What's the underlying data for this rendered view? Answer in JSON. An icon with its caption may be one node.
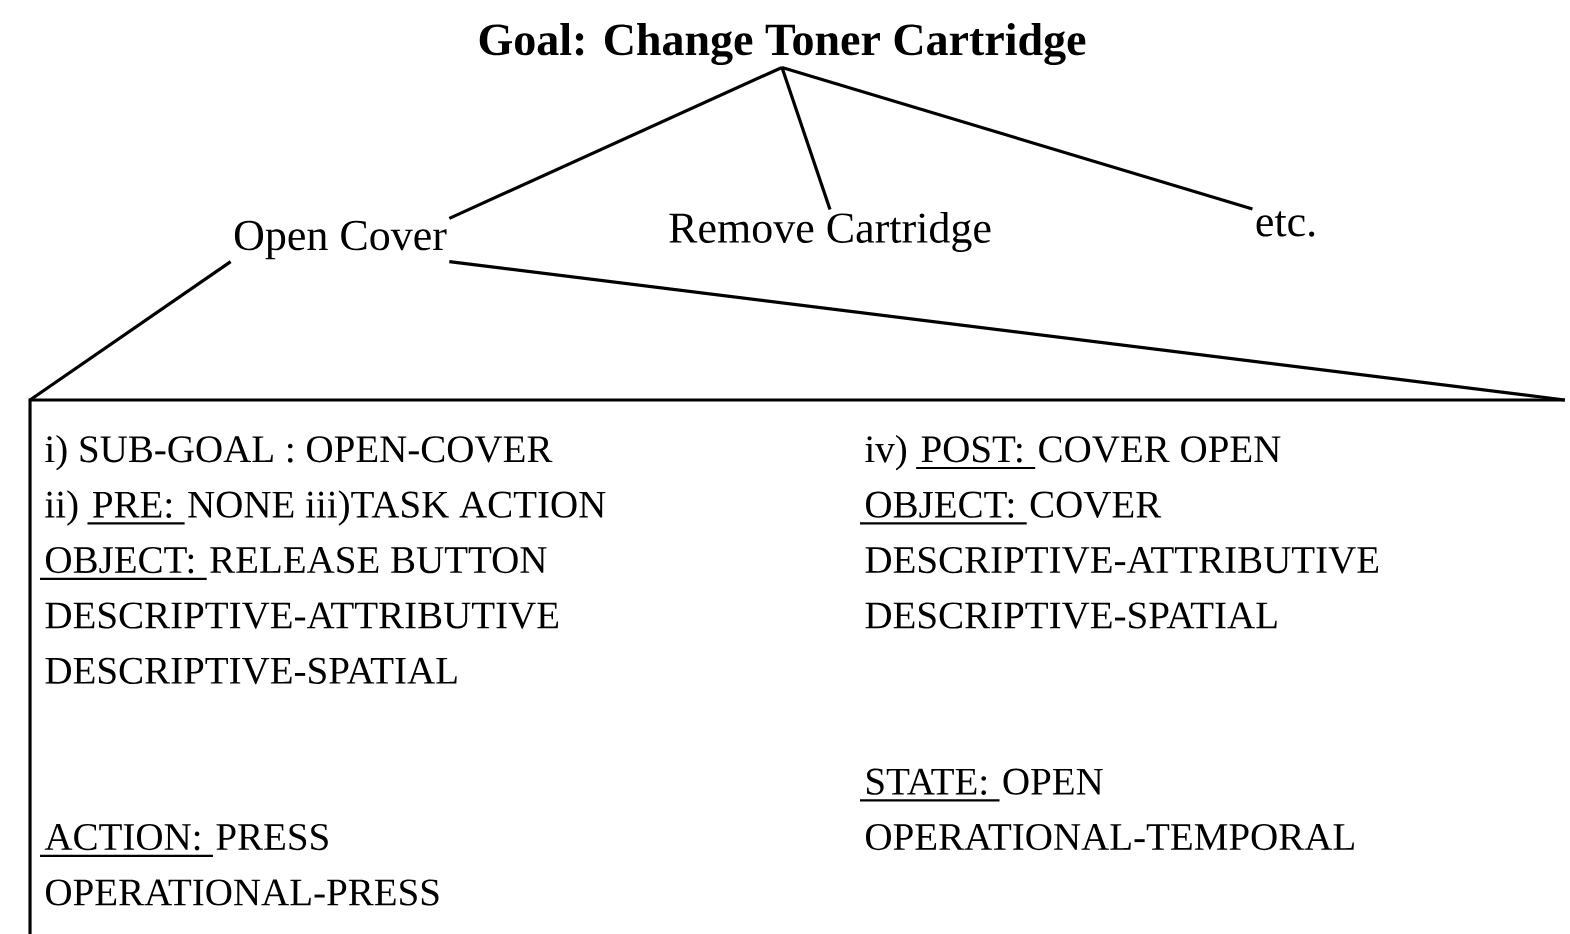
{
  "diagram": {
    "nodes": [
      {
        "text": [
          "Goal: Change Toner Cartridge"
        ]
      },
      {
        "text": [
          "Open Cover"
        ]
      },
      {
        "text": [
          "Remove Cartridge"
        ]
      },
      {
        "text": [
          "etc."
        ]
      },
      {
        "text": [
          "i) SUB-GOAL : OPEN-COVER",
          "ii)",
          "PRE:",
          "NONE iii)TASK ACTION",
          "OBJECT:",
          "RELEASE BUTTON",
          "DESCRIPTIVE-ATTRIBUTIVE",
          "DESCRIPTIVE-SPATIAL",
          "ACTION:",
          "PRESS",
          "OPERATIONAL-PRESS",
          "iv)",
          "POST:",
          "COVER OPEN",
          "OBJECT:",
          "COVER",
          "DESCRIPTIVE-ATTRIBUTIVE",
          "DESCRIPTIVE-SPATIAL",
          "STATE:",
          "OPEN",
          "OPERATIONAL-TEMPORAL"
        ]
      }
    ],
    "edges": [
      {
        "from": 0,
        "to": 1,
        "arrow": "none"
      },
      {
        "from": 0,
        "to": 2,
        "arrow": "none"
      },
      {
        "from": 0,
        "to": 3,
        "arrow": "none"
      },
      {
        "from": 1,
        "to": 4,
        "arrow": "none"
      },
      {
        "from": 1,
        "to": 4,
        "arrow": "none"
      }
    ]
  }
}
